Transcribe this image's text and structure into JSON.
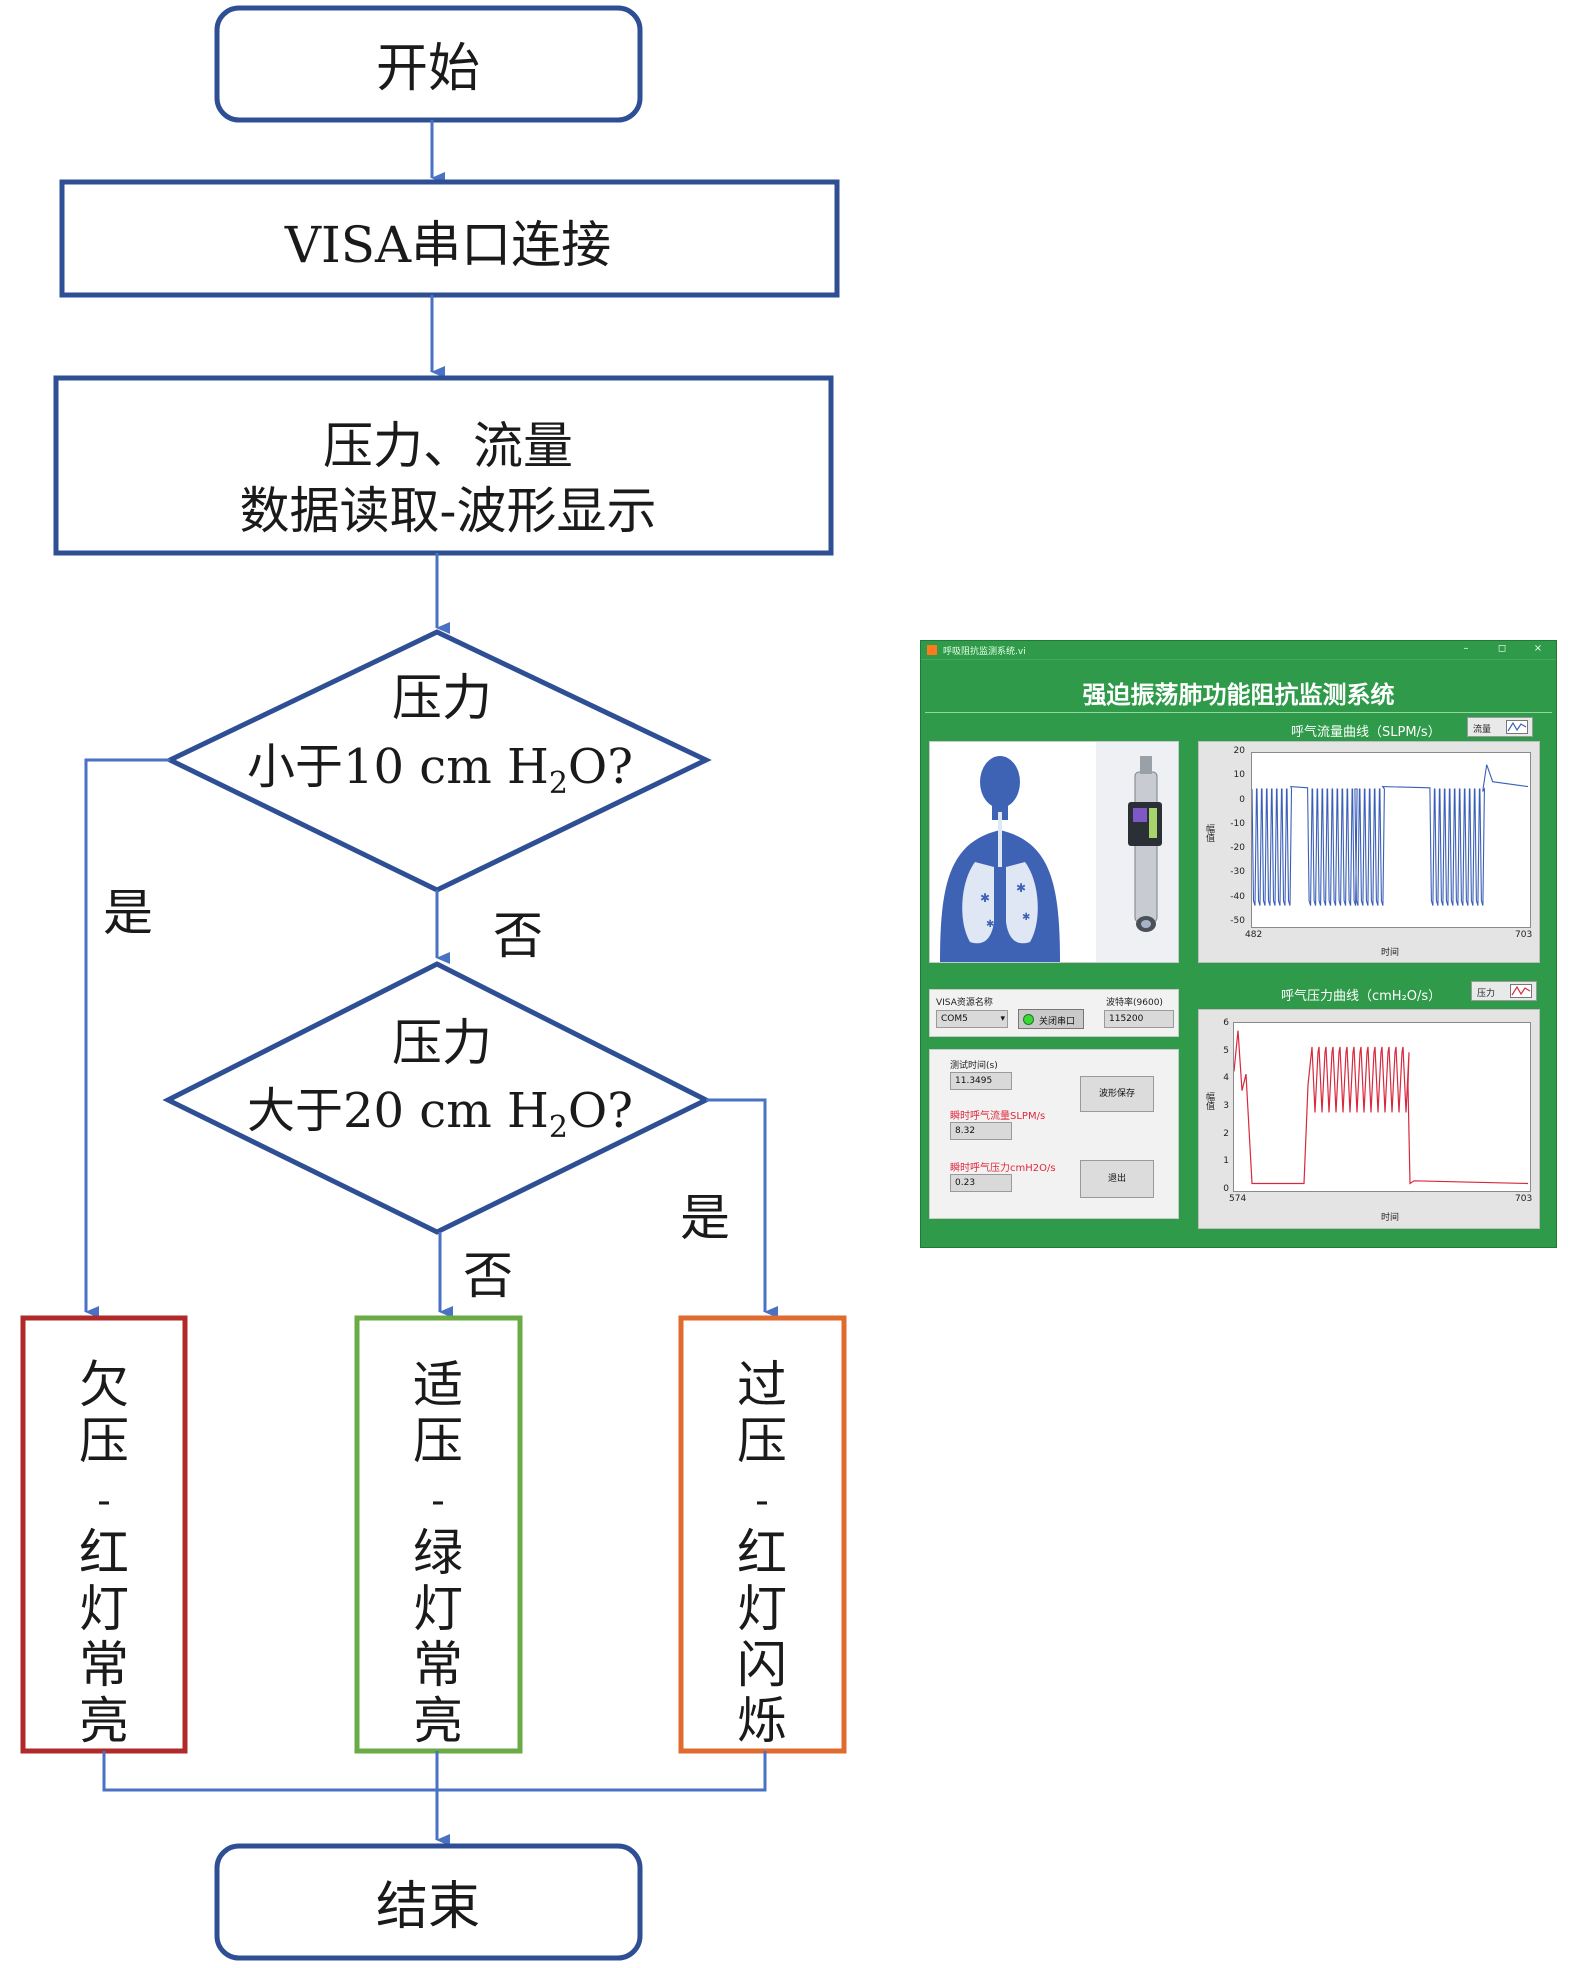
{
  "flowchart": {
    "start": "开始",
    "visa": "VISA串口连接",
    "read_line1": "压力、流量",
    "read_line2": "数据读取-波形显示",
    "decision1_line1": "压力",
    "decision1_line2_pre": "小于10 cm H",
    "decision1_line2_sub": "2",
    "decision1_line2_post": "O?",
    "decision2_line1": "压力",
    "decision2_line2_pre": "大于20 cm H",
    "decision2_line2_sub": "2",
    "decision2_line2_post": "O?",
    "yes": "是",
    "no": "否",
    "under_pressure": [
      "欠",
      "压",
      "-",
      "红",
      "灯",
      "常",
      "亮"
    ],
    "normal_pressure": [
      "适",
      "压",
      "-",
      "绿",
      "灯",
      "常",
      "亮"
    ],
    "over_pressure": [
      "过",
      "压",
      "-",
      "红",
      "灯",
      "闪",
      "烁"
    ],
    "end": "结束",
    "colors": {
      "stroke": "#2f4f94",
      "arrow": "#4a72c4",
      "under_box": "#b02a2a",
      "normal_box": "#6aab45",
      "over_box": "#e06b2e"
    }
  },
  "window": {
    "title": "呼吸阻抗监测系统.vi",
    "min_icon": "–",
    "max_icon": "◻",
    "close_icon": "×",
    "main_title": "强迫振荡肺功能阻抗监测系统",
    "flow_graph": {
      "title": "呼气流量曲线（SLPM/s）",
      "legend": "流量",
      "ylabel": "幅值",
      "xlabel": "时间",
      "x_min": "482",
      "x_max": "703",
      "y_ticks": [
        "20",
        "10",
        "0",
        "-10",
        "-20",
        "-30",
        "-40",
        "-50"
      ],
      "line_color": "#3b5fb8"
    },
    "pressure_graph": {
      "title": "呼气压力曲线（cmH₂O/s）",
      "legend": "压力",
      "ylabel": "幅值",
      "xlabel": "时间",
      "x_min": "574",
      "x_max": "703",
      "y_ticks": [
        "6",
        "5",
        "4",
        "3",
        "2",
        "1",
        "0"
      ],
      "line_color": "#d8283e"
    },
    "serial": {
      "visa_label": "VISA资源名称",
      "visa_value": "COM5",
      "close_button": "关闭串口",
      "baud_label": "波特率(9600)",
      "baud_value": "115200"
    },
    "measure": {
      "time_label": "测试时间(s)",
      "time_value": "11.3495",
      "flow_label": "瞬时呼气流量SLPM/s",
      "flow_value": "8.32",
      "pressure_label": "瞬时呼气压力cmH2O/s",
      "pressure_value": "0.23",
      "save_button": "波形保存",
      "exit_button": "退出"
    }
  }
}
